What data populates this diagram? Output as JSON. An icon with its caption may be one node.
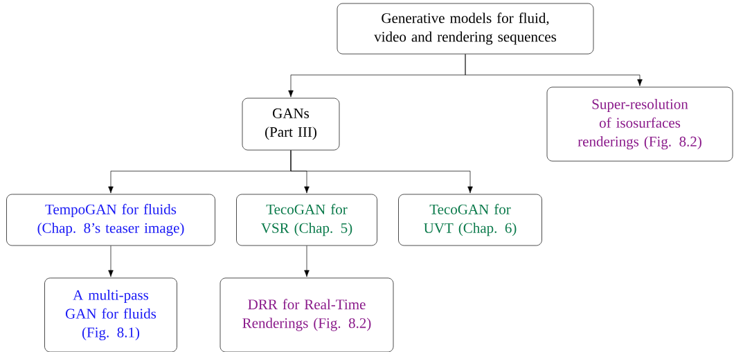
{
  "diagram": {
    "nodes": [
      {
        "text": [
          "Generative models for fluid, video and rendering sequences"
        ]
      },
      {
        "text": [
          "GANs (Part III)"
        ]
      },
      {
        "text": [
          "Super-resolution of isosurfaces renderings (Fig. 8.2)"
        ]
      },
      {
        "text": [
          "TempoGAN for fluids (Chap. 8’s teaser image)"
        ]
      },
      {
        "text": [
          "TecoGAN for VSR (Chap. 5)"
        ]
      },
      {
        "text": [
          "TecoGAN for UVT (Chap. 6)"
        ]
      },
      {
        "text": [
          "A multi-pass GAN for fluids (Fig. 8.1)"
        ]
      },
      {
        "text": [
          "DRR for Real-Time Renderings (Fig. 8.2)"
        ]
      }
    ],
    "edges": [
      {
        "from": 0,
        "to": 1,
        "arrow": "to"
      },
      {
        "from": 0,
        "to": 2,
        "arrow": "to"
      },
      {
        "from": 1,
        "to": 3,
        "arrow": "to"
      },
      {
        "from": 1,
        "to": 4,
        "arrow": "to"
      },
      {
        "from": 1,
        "to": 5,
        "arrow": "to"
      },
      {
        "from": 3,
        "to": 6,
        "arrow": "to"
      },
      {
        "from": 4,
        "to": 7,
        "arrow": "to"
      }
    ]
  }
}
